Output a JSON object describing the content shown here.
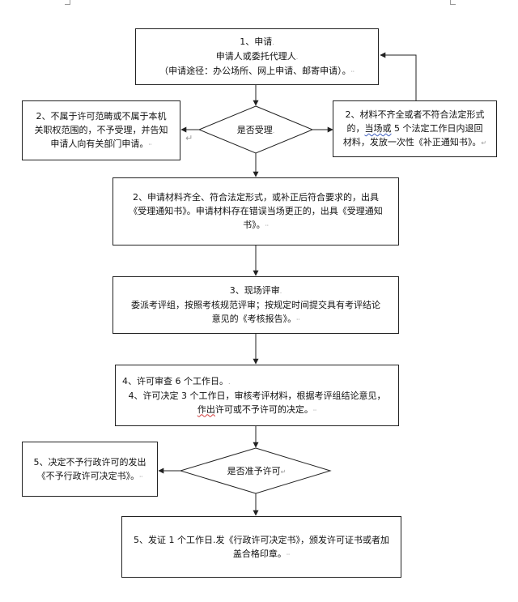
{
  "nodes": {
    "apply": {
      "line1": "1、申请",
      "line2": "申请人或委托代理人",
      "line3": "（申请途径：办公场所、网上申请、邮寄申请）。"
    },
    "decision_accept": {
      "label": "是否受理"
    },
    "not_in_scope": {
      "line1": "2、不属于许可范畴或不属于本机",
      "line2": "关职权范围的，不予受理，并告知",
      "line3": "申请人向有关部门申请。"
    },
    "incomplete": {
      "line1": "2、材料不齐全或者不符合法定形式",
      "line2_pre": "的，",
      "line2_mid": "当场或",
      "line2_post": " 5 个法定工作日内退回",
      "line3": "材料，发放一次性《补正通知书》。"
    },
    "accepted": {
      "line1": "2、申请材料齐全、符合法定形式，或补正后符合要求的，出具",
      "line2": "《受理通知书》。申请材料存在错误当场更正的，出具《受理通知",
      "line3": "书》。"
    },
    "site_review": {
      "line1": "3、现场评审",
      "line2": "委派考评组，按照考核规范评审；按规定时间提交具有考评结论",
      "line3": "意见的《考核报告》。"
    },
    "license_review": {
      "line1": "4、许可审查 6 个工作日。",
      "line2": "4、许可决定 3 个工作日，审核考评材料，根据考评组结论意见，",
      "line3_pre": "作出",
      "line3_post": "许可或不予许可的决定。"
    },
    "decision_grant": {
      "label": "是否准予许可"
    },
    "deny": {
      "line1": "5、决定不予行政许可的发出",
      "line2": "《不予行政许可决定书》。"
    },
    "issue": {
      "line1": "5、发证 1 个工作日.发《行政许可决定书》，颁发许可证书或者加",
      "line2": "盖合格印章。"
    }
  },
  "marks": {
    "para": "↵",
    "end": ".",
    "dots": "⸱⸱"
  }
}
